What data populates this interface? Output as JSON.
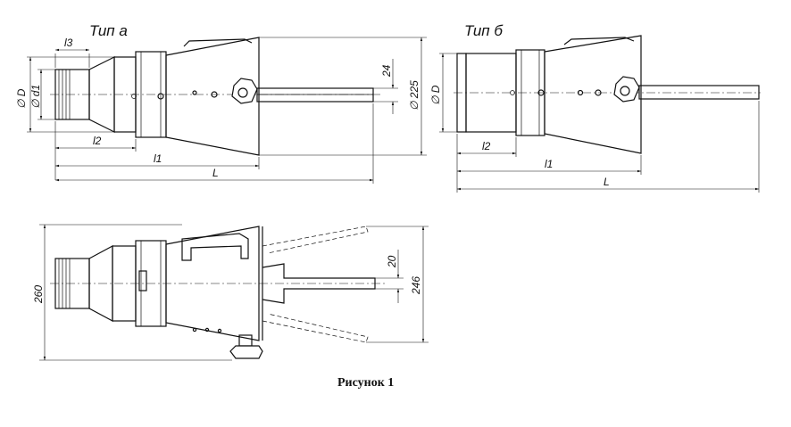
{
  "views": {
    "type_a": {
      "title": "Тип а",
      "dims": {
        "l3": "l3",
        "D": "∅ D",
        "d1": "∅ d1",
        "l2": "l2",
        "l1": "l1",
        "L": "L",
        "d225": "∅ 225",
        "w24": "24"
      }
    },
    "type_b": {
      "title": "Тип б",
      "dims": {
        "D": "∅ D",
        "l2": "l2",
        "l1": "l1",
        "L": "L"
      }
    },
    "side": {
      "dims": {
        "h260": "260",
        "w20": "20",
        "h246": "246"
      }
    }
  },
  "caption": "Рисунок 1"
}
